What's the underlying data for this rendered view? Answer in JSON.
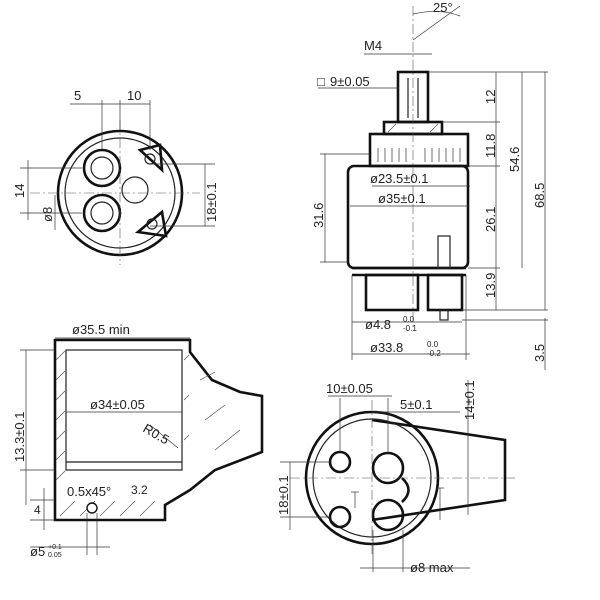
{
  "views": {
    "top_left": {
      "dims": [
        "5",
        "10",
        "14",
        "ø8",
        "18±0.1"
      ]
    },
    "top_right": {
      "angle": "25°",
      "dims": [
        "M4",
        "9±0.05",
        "12",
        "11.8",
        "54.6",
        "68.5",
        "31.6",
        "ø23.5±0.1",
        "ø35±0.1",
        "26.1",
        "13.9",
        "ø4.8",
        "ø33.8",
        "3.5"
      ],
      "tol_48": [
        "0.0",
        "-0.1"
      ],
      "tol_338": [
        "0.0",
        "-0.2"
      ],
      "square_symbol": "□"
    },
    "bottom_left": {
      "dims": [
        "ø35.5 min",
        "ø34±0.05",
        "R0.5",
        "13.3±0.1",
        "0.5x45°",
        "3.2",
        "4",
        "ø5"
      ],
      "tol_5": [
        "+0.1",
        "0.05"
      ]
    },
    "bottom_right": {
      "dims": [
        "10±0.05",
        "5±0.1",
        "14±0.1",
        "18±0.1",
        "ø8 max"
      ]
    }
  },
  "colors": {
    "ink": "#222222",
    "paper": "#ffffff"
  }
}
